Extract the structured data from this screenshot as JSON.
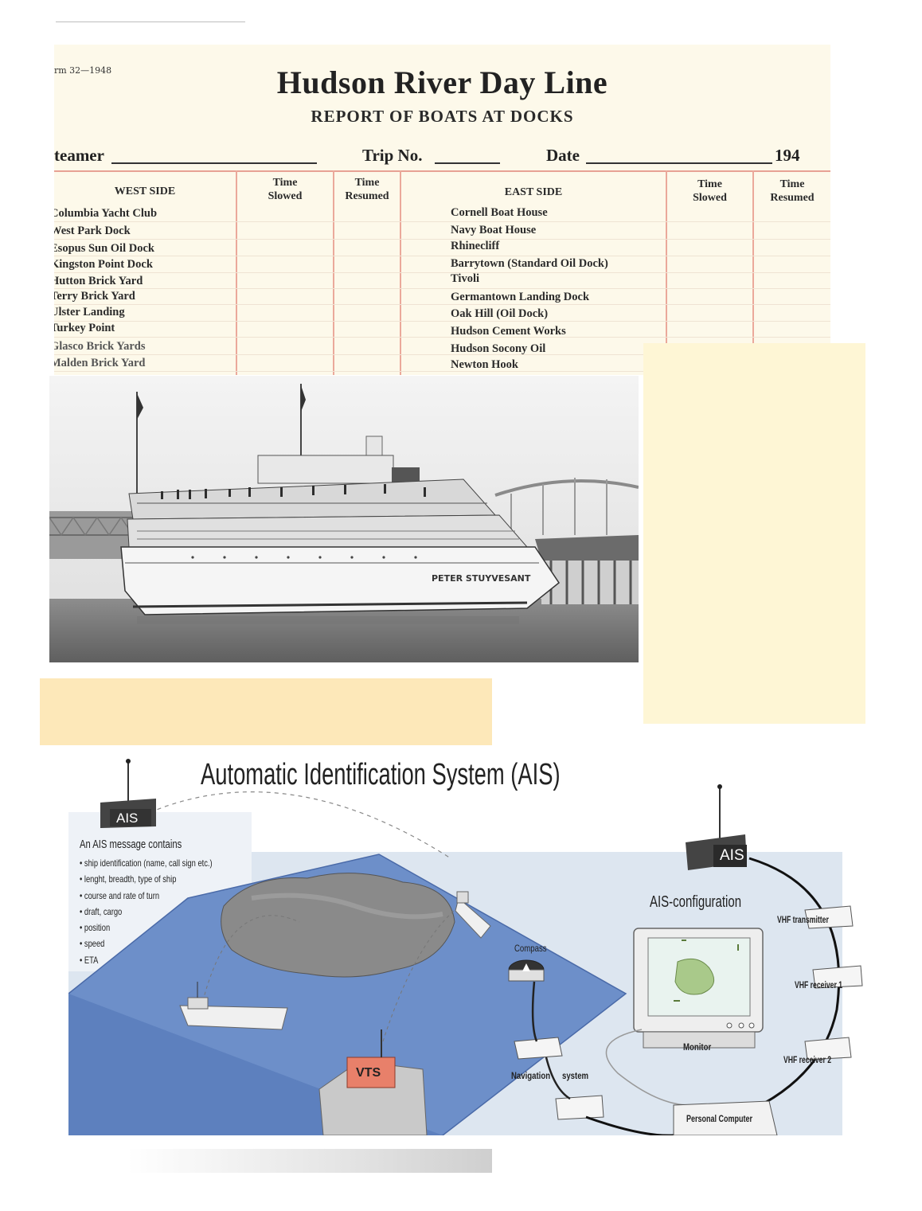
{
  "form": {
    "form_number": "rm 32—1948",
    "title": "Hudson River Day Line",
    "subtitle": "REPORT OF BOATS AT DOCKS",
    "steamer_label": "teamer",
    "trip_label": "Trip No.",
    "date_label": "Date",
    "year_suffix": "194",
    "west_header": "WEST SIDE",
    "east_header": "EAST SIDE",
    "time_slowed": [
      "Time",
      "Slowed"
    ],
    "time_resumed": [
      "Time",
      "Resumed"
    ],
    "west_docks": [
      "Columbia Yacht Club",
      "West Park Dock",
      "Esopus Sun Oil Dock",
      "Kingston Point Dock",
      "Hutton Brick Yard",
      "Terry Brick Yard",
      "Ulster Landing",
      "Turkey Point",
      "Glasco Brick Yards",
      "Malden Brick Yard"
    ],
    "east_docks": [
      "Cornell Boat House",
      "Navy Boat House",
      "Rhinecliff",
      "Barrytown (Standard Oil Dock)",
      "Tivoli",
      "Germantown Landing Dock",
      "Oak Hill (Oil Dock)",
      "Hudson Cement Works",
      "Hudson Socony Oil",
      "Newton Hook"
    ]
  },
  "photo": {
    "hull_name": "PETER STUYVESANT"
  },
  "ais": {
    "title": "Automatic Identification System (AIS)",
    "box_label": "AIS",
    "message_heading": "An AIS message contains",
    "message_items": [
      "ship identification (name, call sign etc.)",
      "lenght, breadth, type of ship",
      "course and rate of turn",
      "draft, cargo",
      "position",
      "speed",
      "ETA"
    ],
    "config_title": "AIS-configuration",
    "compass_label": "Compass",
    "vts_label": "VTS",
    "monitor_label": "Monitor",
    "nav_label_1": "Navigation",
    "nav_label_2": "system",
    "vhf_tx": "VHF transmitter",
    "vhf_rx1": "VHF receiver 1",
    "vhf_rx2": "VHF receiver 2",
    "pc_label": "Personal Computer"
  }
}
